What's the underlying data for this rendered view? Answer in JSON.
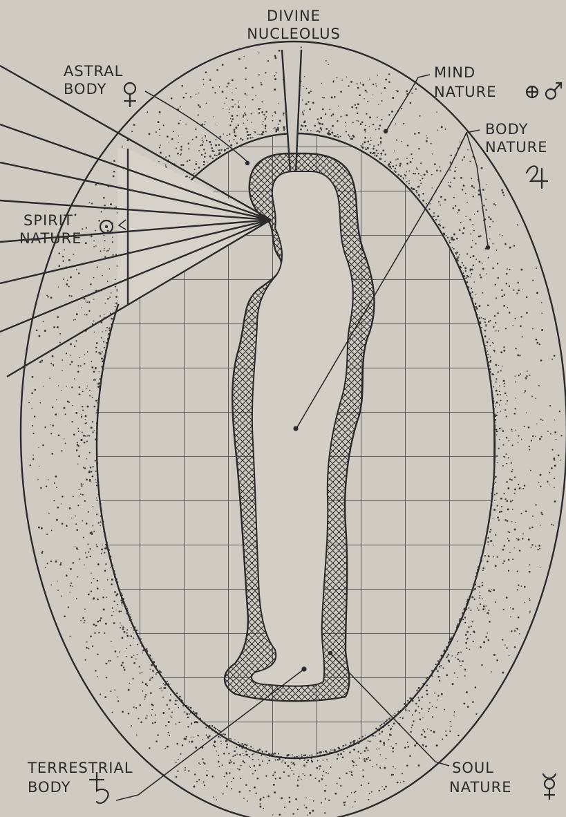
{
  "labels": {
    "divine_nucleolus": [
      "DIVINE",
      "NUCLEOLUS"
    ],
    "astral_body": [
      "ASTRAL",
      "BODY"
    ],
    "mind_nature": [
      "MIND",
      "NATURE"
    ],
    "body_nature": [
      "BODY",
      "NATURE"
    ],
    "spirit_nature": [
      "SPIRIT",
      "NATURE"
    ],
    "terrestrial_body": [
      "TERRESTRIAL",
      "BODY"
    ],
    "soul_nature": [
      "SOUL",
      "NATURE"
    ]
  },
  "symbols": {
    "astral_body": "venus-symbol",
    "mind_nature": "earth-and-mars-symbols",
    "body_nature": "jupiter-symbol",
    "spirit_nature": "sun-symbol",
    "terrestrial_body": "saturn-symbol",
    "soul_nature": "mercury-symbol"
  },
  "colors": {
    "ink": "#2a2a2a",
    "paper": "#cfcbc3"
  }
}
